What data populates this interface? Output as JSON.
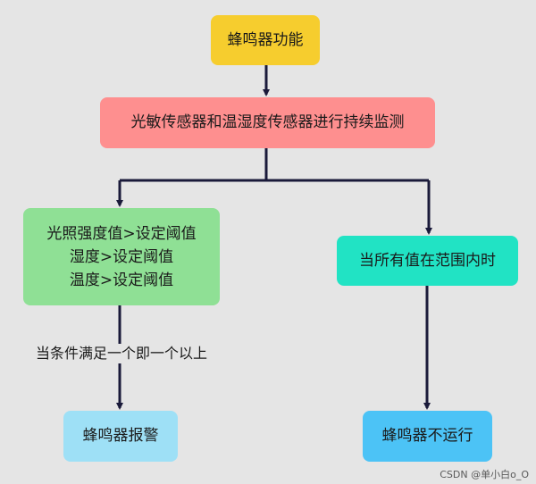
{
  "nodes": {
    "start": "蜂鸣器功能",
    "monitor": "光敏传感器和温湿度传感器进行持续监测",
    "condition_lines": [
      "光照强度值>设定阈值",
      "湿度>设定阈值",
      "温度>设定阈值"
    ],
    "in_range": "当所有值在范围内时",
    "alarm": "蜂鸣器报警",
    "no_run": "蜂鸣器不运行"
  },
  "edge_label": "当条件满足一个即一个以上",
  "watermark": "CSDN @单小白o_O",
  "colors": {
    "background": "#e5e5e5",
    "start": "#f6cd2e",
    "monitor": "#fe8f8f",
    "condition": "#8fe095",
    "in_range": "#21e3c4",
    "alarm": "#9ee0f6",
    "no_run": "#4cc3f6",
    "connector": "#1a1a3a"
  }
}
